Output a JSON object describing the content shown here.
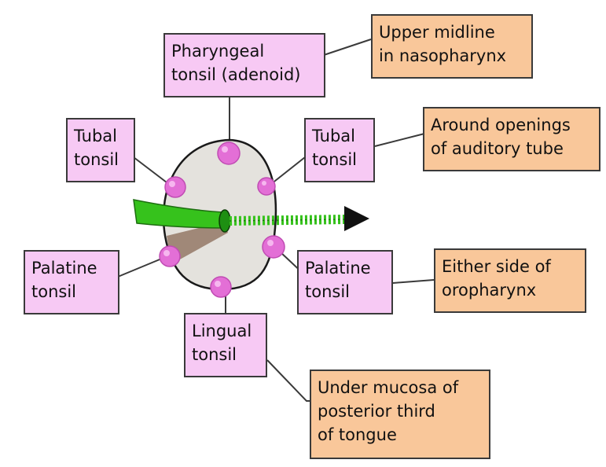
{
  "colors": {
    "tonsil_box": "#f7c9f4",
    "description_box": "#f9c79a",
    "tonsil_node": "#e36fd6",
    "pharynx_fill": "#e4e2dd",
    "tube": "#36c21c",
    "arrow": "#111111"
  },
  "labels": {
    "pharyngeal": [
      "Pharyngeal",
      "tonsil (adenoid)"
    ],
    "tubal_left": [
      "Tubal",
      "tonsil"
    ],
    "tubal_right": [
      "Tubal",
      "tonsil"
    ],
    "palatine_left": [
      "Palatine",
      "tonsil"
    ],
    "palatine_right": [
      "Palatine",
      "tonsil"
    ],
    "lingual": [
      "Lingual",
      "tonsil"
    ]
  },
  "descriptions": {
    "pharyngeal": [
      "Upper midline",
      "in nasopharynx"
    ],
    "tubal": [
      "Around openings",
      "of auditory tube"
    ],
    "palatine": [
      "Either side of",
      "oropharynx"
    ],
    "lingual": [
      "Under mucosa of",
      "posterior third",
      "of tongue"
    ]
  }
}
